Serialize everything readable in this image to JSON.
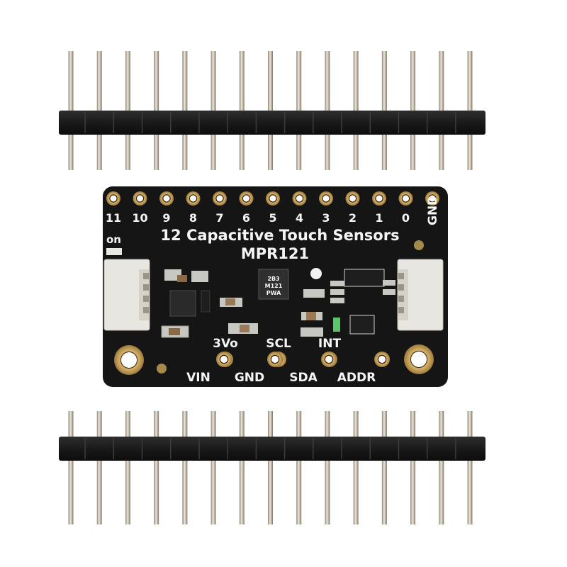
{
  "board": {
    "title": "12 Capacitive Touch Sensors",
    "chip_name": "MPR121",
    "pin_numbers": [
      "11",
      "10",
      "9",
      "8",
      "7",
      "6",
      "5",
      "4",
      "3",
      "2",
      "1",
      "0"
    ],
    "gnd_top_label": "GND",
    "on_label": "on",
    "pins_bottom_upper": [
      "3Vo",
      "SCL",
      "INT"
    ],
    "pins_bottom_lower": [
      "VIN",
      "GND",
      "SDA",
      "ADDR"
    ],
    "chip_marking": [
      "2B3",
      "M121",
      "PWA"
    ],
    "colors": {
      "pcb": "#141414",
      "silkscreen": "#f4f4f4",
      "pad_gold": "#c9a15a",
      "connector": "#e8e6e0",
      "led_green": "#5cc46a"
    }
  },
  "headers": {
    "top_pin_count": 15,
    "bottom_pin_count": 15,
    "colors": {
      "plastic": "#1b1b1b",
      "pin": "#d7ccb8"
    }
  }
}
